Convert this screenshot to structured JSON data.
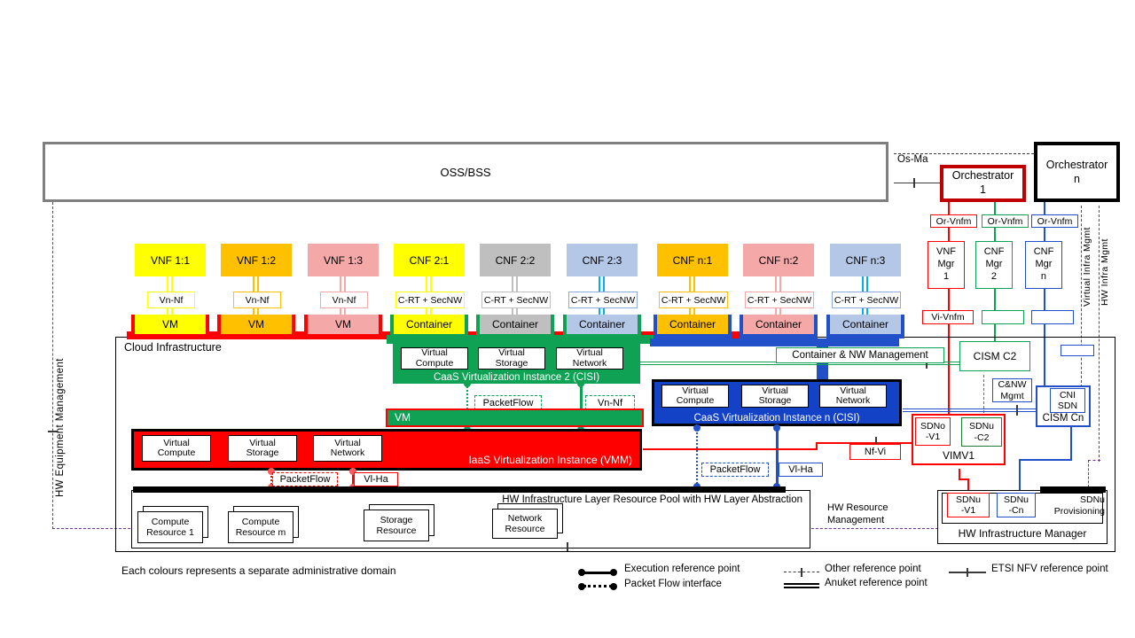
{
  "colors": {
    "yellow": "#FFFF00",
    "orange": "#FFC000",
    "pink": "#F5A8A8",
    "gray": "#BFBFBF",
    "light_blue": "#B4C7E7",
    "red": "#FF0000",
    "dark_red": "#C00000",
    "green": "#0FA255",
    "dark_green": "#1E7B34",
    "blue": "#2150C8",
    "caas_n_fill": "#1442C6",
    "cyan": "#00B0F0",
    "purple": "#7030A0",
    "line_gray": "#3A3A3A"
  },
  "top": {
    "oss": "OSS/BSS",
    "os_ma": "Os-Ma",
    "orchestrator_1": "Orchestrator\n1",
    "orchestrator_n": "Orchestrator\nn"
  },
  "nf_row": [
    {
      "label": "VNF 1:1",
      "ref": "Vn-Nf",
      "runtime": "VM"
    },
    {
      "label": "VNF 1:2",
      "ref": "Vn-Nf",
      "runtime": "VM"
    },
    {
      "label": "VNF 1:3",
      "ref": "Vn-Nf",
      "runtime": "VM"
    },
    {
      "label": "CNF 2:1",
      "ref": "C-RT + SecNW",
      "runtime": "Container"
    },
    {
      "label": "CNF 2:2",
      "ref": "C-RT + SecNW",
      "runtime": "Container"
    },
    {
      "label": "CNF 2:3",
      "ref": "C-RT + SecNW",
      "runtime": "Container"
    },
    {
      "label": "CNF n:1",
      "ref": "C-RT + SecNW",
      "runtime": "Container"
    },
    {
      "label": "CNF n:2",
      "ref": "C-RT + SecNW",
      "runtime": "Container"
    },
    {
      "label": "CNF n:3",
      "ref": "C-RT + SecNW",
      "runtime": "Container"
    }
  ],
  "cloud": {
    "label": "Cloud Infrastructure",
    "caas2": {
      "cells": [
        "Virtual\nCompute",
        "Virtual\nStorage",
        "Virtual\nNetwork"
      ],
      "title": "CaaS Virtualization Instance 2 (CISI)"
    },
    "caasn": {
      "cells": [
        "Virtual\nCompute",
        "Virtual\nStorage",
        "Virtual\nNetwork"
      ],
      "title": "CaaS Virtualization Instance n (CISI)"
    },
    "vm_bar": "VM",
    "iaas": {
      "cells": [
        "Virtual\nCompute",
        "Virtual\nStorage",
        "Virtual\nNetwork"
      ],
      "title": "IaaS Virtualization Instance (VMM)"
    },
    "packetflow": "PacketFlow",
    "vn_nf": "Vn-Nf",
    "vl_ha": "Vl-Ha",
    "pool": {
      "title": "HW Infrastructure Layer Resource Pool with HW Layer Abstraction",
      "resources": [
        "Compute\nResource 1",
        "Compute\nResource m",
        "Storage\nResource",
        "Network\nResource"
      ]
    }
  },
  "mgmt": {
    "or_vnfm": "Or-Vnfm",
    "vnf_mgr_1": "VNF\nMgr\n1",
    "cnf_mgr_2": "CNF\nMgr\n2",
    "cnf_mgr_n": "CNF\nMgr\nn",
    "vi_vnfm": "Vi-Vnfm",
    "cism_c2": "CISM C2",
    "container_nw": "Container & NW Management",
    "cnw_mgmt": "C&NW\nMgmt",
    "cni_sdn": "CNI\nSDN",
    "cism_cn": "CISM Cn",
    "sdno_v1": "SDNo\n-V1",
    "sdnu_c2": "SDNu\n-C2",
    "vimv1": "VIMV1",
    "nf_vi": "Nf-Vi",
    "hw_res_mgmt": "HW Resource\nManagement",
    "sdnu_v1": "SDNu\n-V1",
    "sdnu_cn": "SDNu\n-Cn",
    "sdnu_prov": "SDNu\nProvisioning",
    "hw_infra_mgr": "HW Infrastructure Manager"
  },
  "side": {
    "hw_equipment": "HW Equipment Management",
    "virtual_infra": "Virtual Infra Mgmt",
    "hw_infra": "HW Infra Mgmt"
  },
  "legend": {
    "execution": "Execution reference point",
    "packet": "Packet Flow interface",
    "other": "Other reference point",
    "anuket": "Anuket reference point",
    "etsi": "ETSI NFV reference point"
  },
  "note": "Each colours represents a separate administrative domain"
}
